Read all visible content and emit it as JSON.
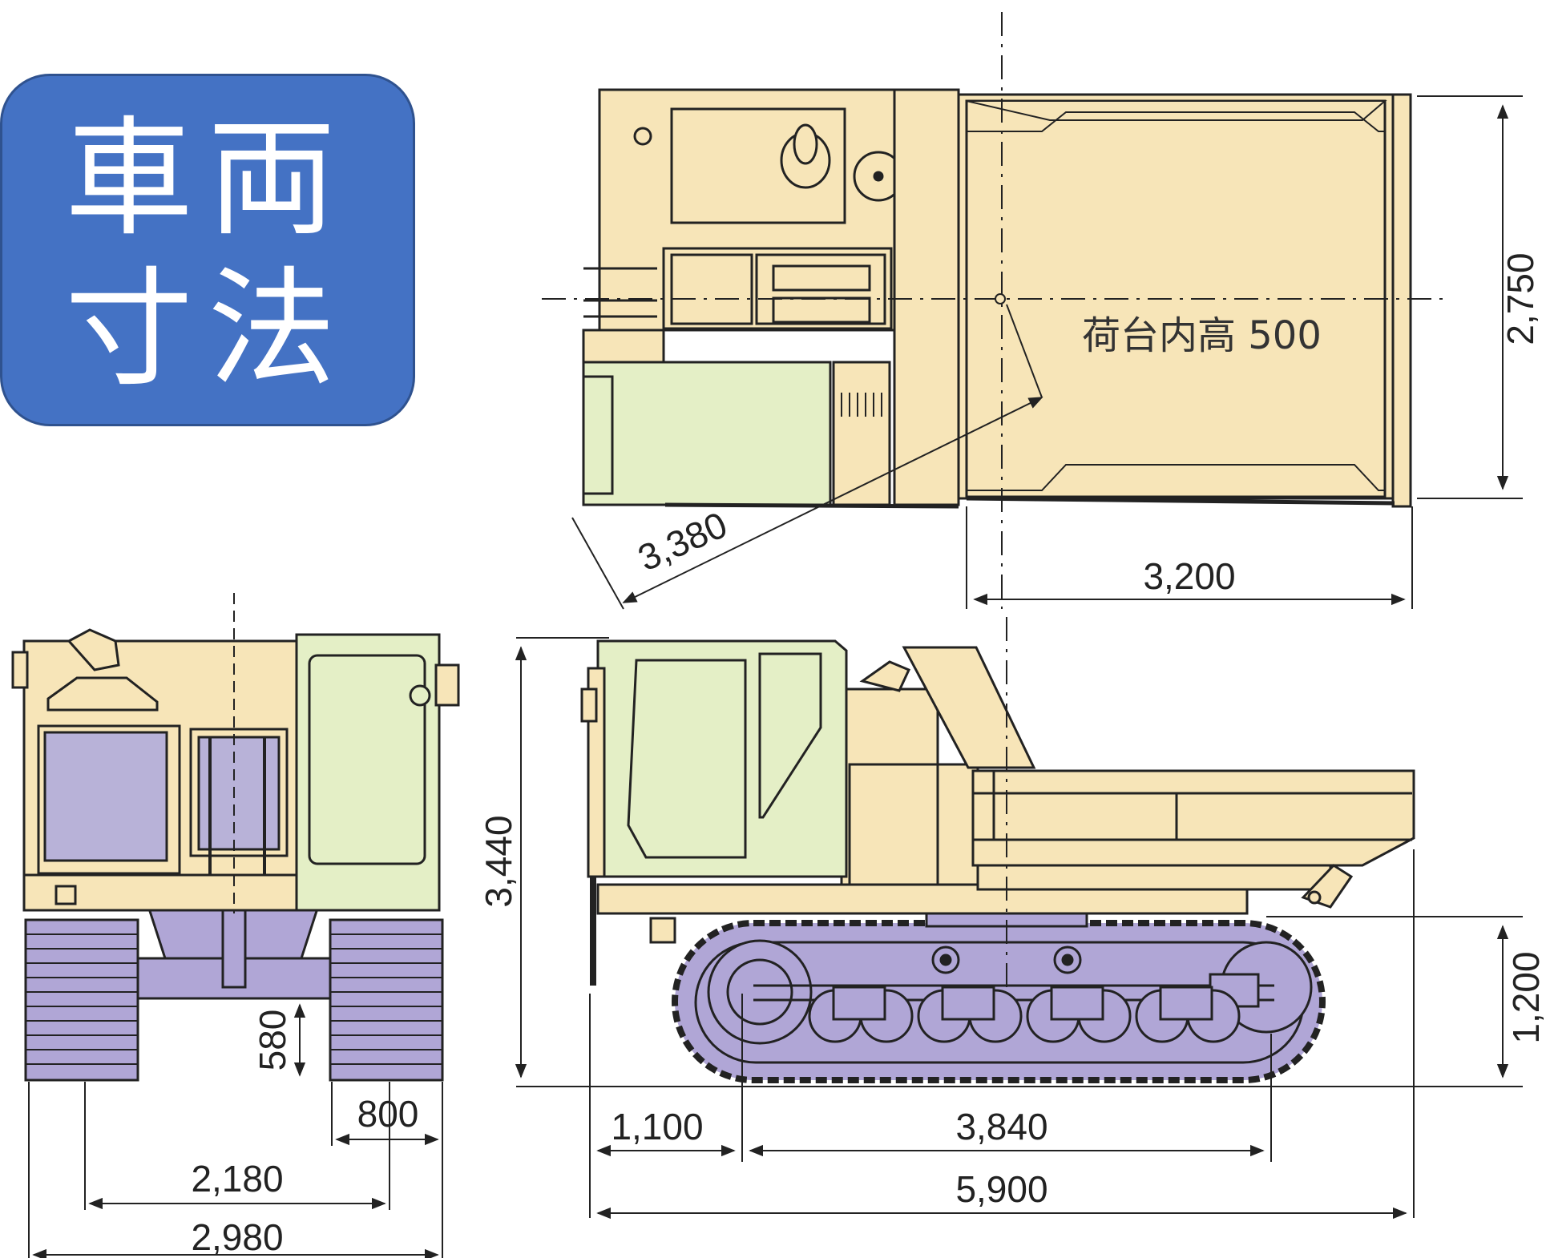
{
  "badge": {
    "line1": "車両",
    "line2": "寸法"
  },
  "colors": {
    "body": "#f7e5b8",
    "cab": "#e4efc6",
    "window": "#b8b2d8",
    "track": "#b0a6d6",
    "line": "#222222",
    "badge": "#4472c4"
  },
  "top_view": {
    "note": "荷台内高 500",
    "dim_width": "2,750",
    "dim_bed_length": "3,200",
    "dim_turn": "3,380"
  },
  "side_view": {
    "dim_height": "3,440",
    "dim_track_height": "1,200",
    "dim_front": "1,100",
    "dim_wheelbase": "3,840",
    "dim_length": "5,900"
  },
  "front_view": {
    "dim_clearance": "580",
    "dim_shoe": "800",
    "dim_gauge": "2,180",
    "dim_width": "2,980"
  }
}
